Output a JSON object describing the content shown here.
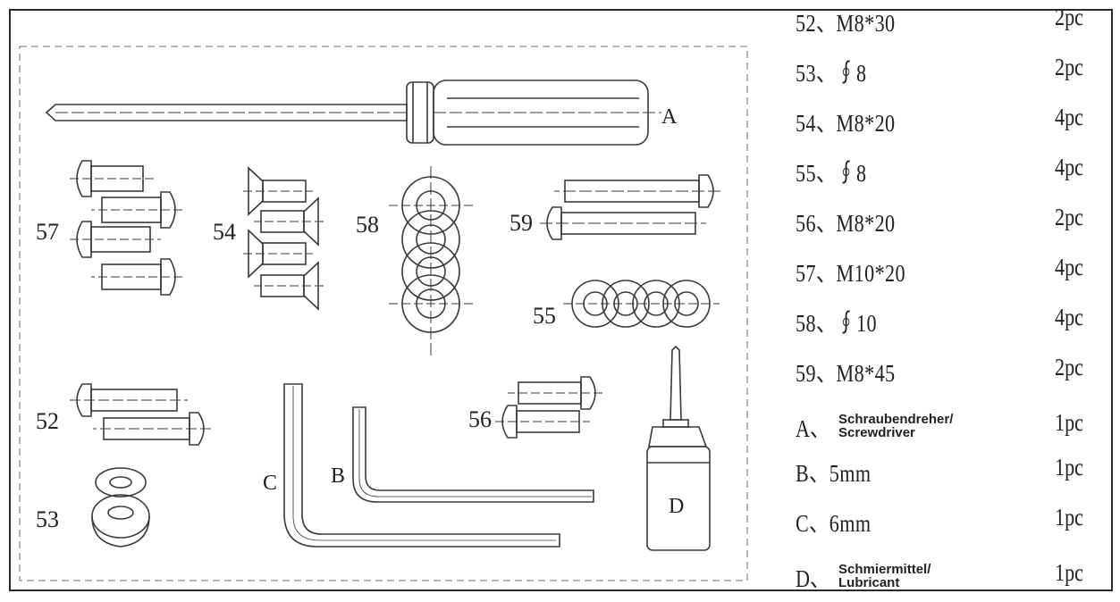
{
  "parts": [
    {
      "code": "52、M8*30",
      "qty": "2pc"
    },
    {
      "code": "53、∮8",
      "qty": "2pc"
    },
    {
      "code": "54、M8*20",
      "qty": "4pc"
    },
    {
      "code": "55、∮8",
      "qty": "4pc"
    },
    {
      "code": "56、M8*20",
      "qty": "2pc"
    },
    {
      "code": "57、M10*20",
      "qty": "4pc"
    },
    {
      "code": "58、∮10",
      "qty": "4pc"
    },
    {
      "code": "59、M8*45",
      "qty": "2pc"
    },
    {
      "prefix": "A、",
      "line1": "Schraubendreher/",
      "line2": "Screwdriver",
      "qty": "1pc"
    },
    {
      "code": "B、5mm",
      "qty": "1pc"
    },
    {
      "code": "C、6mm",
      "qty": "1pc"
    },
    {
      "prefix": "D、",
      "line1": "Schmiermittel/",
      "line2": "Lubricant",
      "qty": "1pc"
    }
  ],
  "drawing_labels": {
    "screwdriver": "A",
    "hex_key_5mm": "B",
    "hex_key_6mm": "C",
    "lubricant": "D",
    "bolts_57": "57",
    "bolts_54": "54",
    "washers_58": "58",
    "bolts_59": "59",
    "washers_55": "55",
    "bolts_52": "52",
    "washers_53": "53",
    "bolts_56": "56"
  },
  "colors": {
    "line": "#3a3a3a",
    "frame": "#2a2a2a",
    "dash": "#8a8a8a"
  }
}
